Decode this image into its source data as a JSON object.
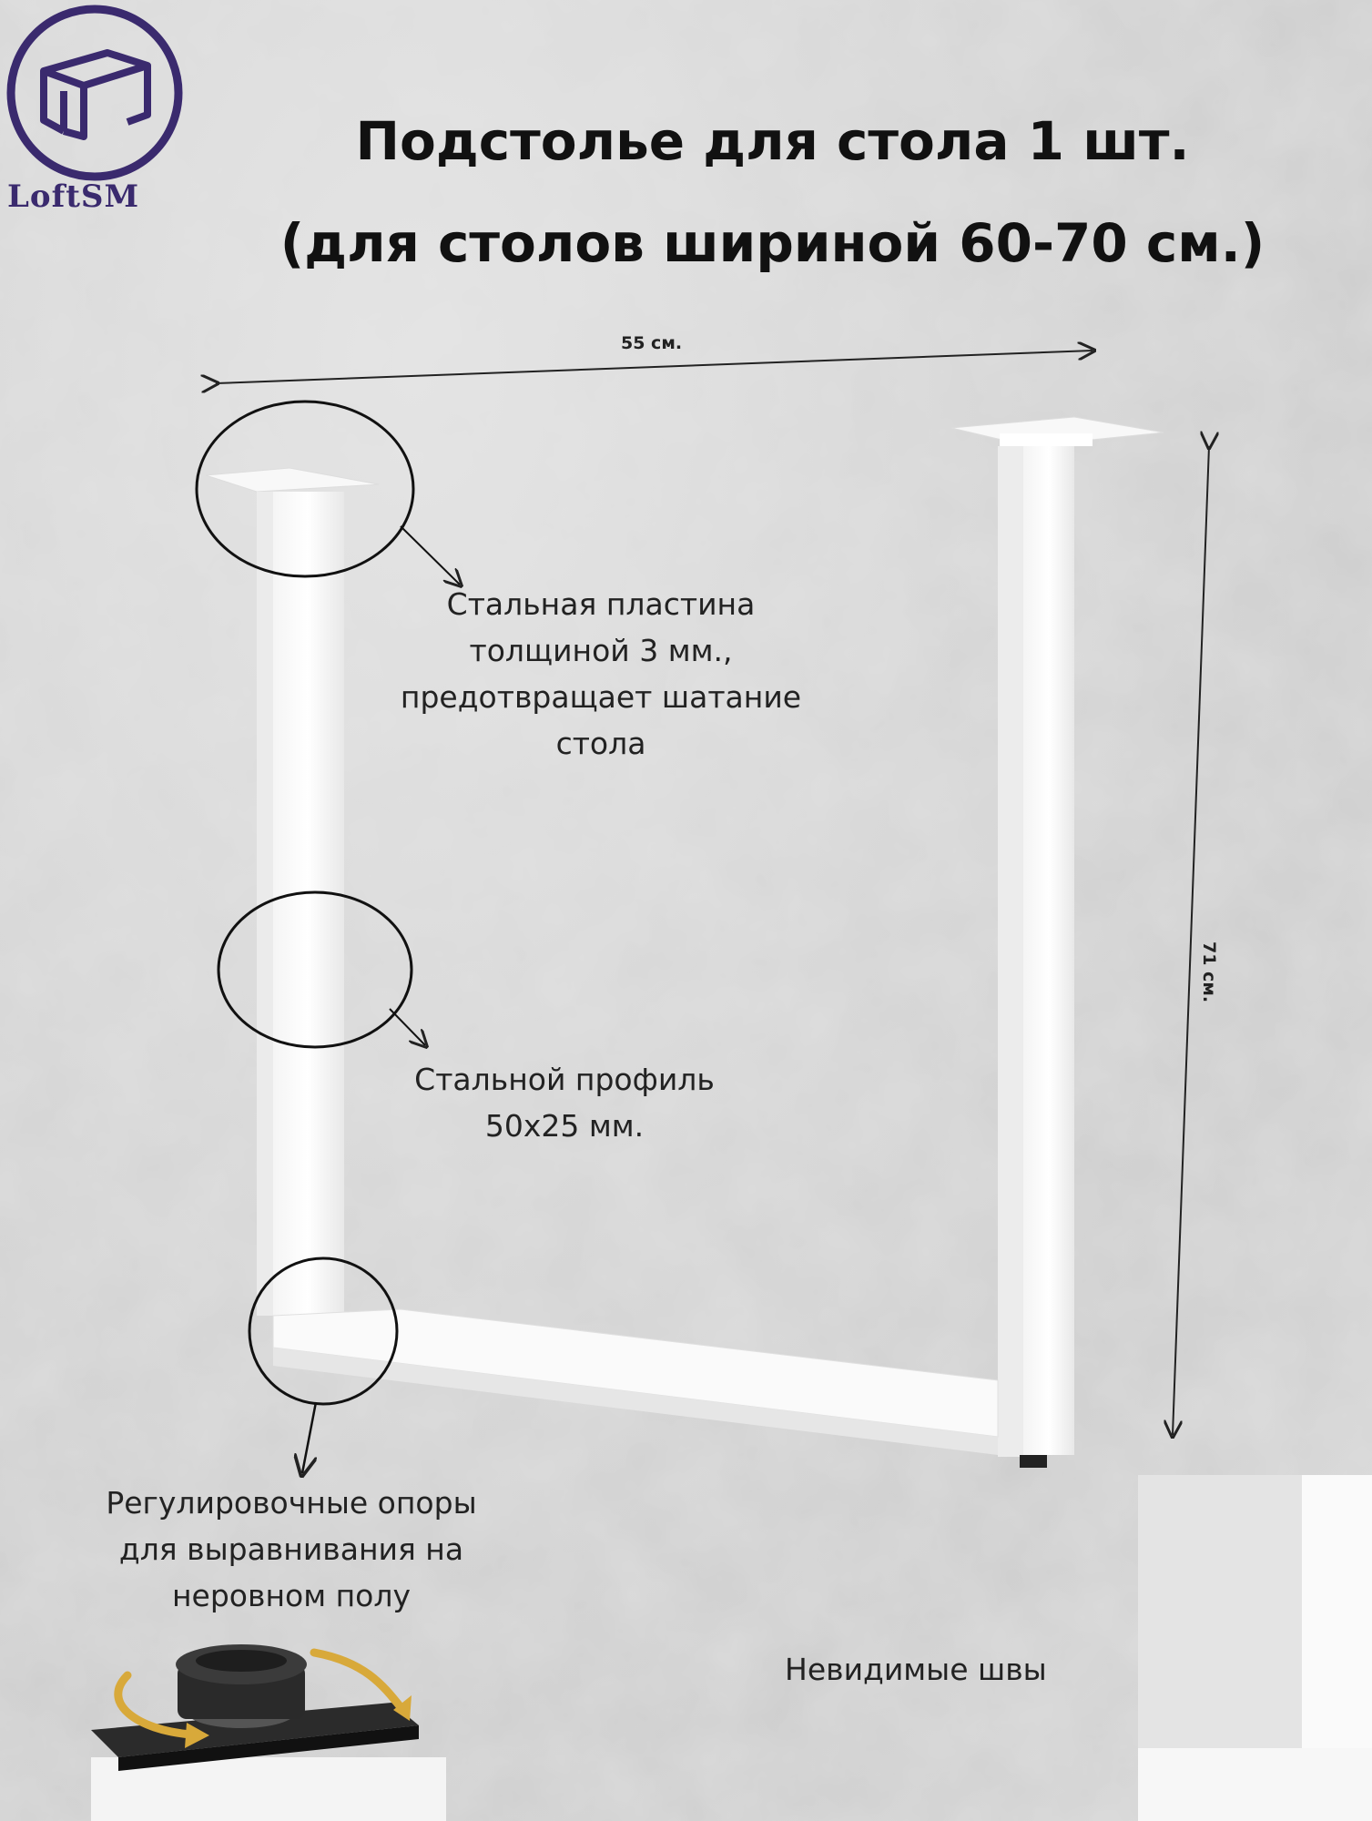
{
  "brand": {
    "name": "LoftSM",
    "color": "#3a2a6e"
  },
  "title": {
    "line1": "Подстолье для стола 1 шт.",
    "line2": "(для столов шириной 60-70 см.)"
  },
  "dimensions": {
    "width": "55 см.",
    "height": "71 см."
  },
  "callouts": {
    "plate": [
      "Стальная пластина",
      "толщиной 3 мм.,",
      "предотвращает шатание",
      "стола"
    ],
    "profile": [
      "Стальной профиль",
      "50х25 мм."
    ],
    "feet": [
      "Регулировочные опоры",
      "для выравнивания на",
      "неровном полу"
    ],
    "seams": "Невидимые швы"
  },
  "icons": [
    "logo-table-icon",
    "rotate-arrow-icon"
  ]
}
